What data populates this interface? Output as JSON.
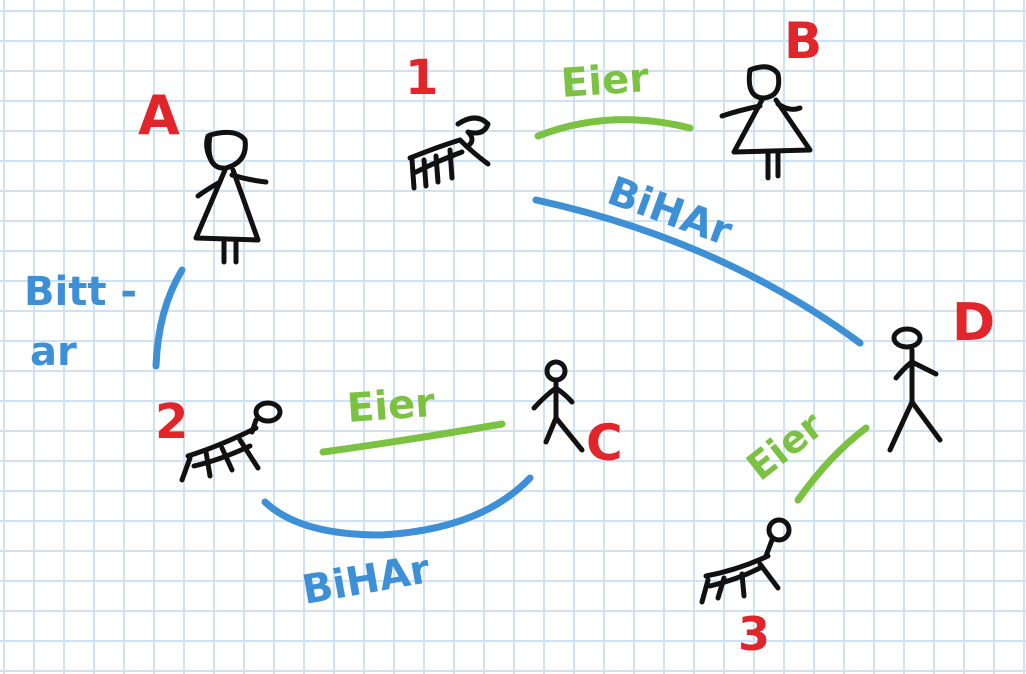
{
  "colors": {
    "ink": "#111111",
    "node_label": "#e0262b",
    "eier": "#7cc242",
    "bithar": "#3d8fd6",
    "grid": "#cfe2f3"
  },
  "people": [
    {
      "id": "A",
      "label": "A",
      "icon": "woman-figure"
    },
    {
      "id": "B",
      "label": "B",
      "icon": "woman-figure"
    },
    {
      "id": "C",
      "label": "C",
      "icon": "man-figure"
    },
    {
      "id": "D",
      "label": "D",
      "icon": "man-figure"
    }
  ],
  "animals": [
    {
      "id": "1",
      "label": "1",
      "icon": "dog-figure"
    },
    {
      "id": "2",
      "label": "2",
      "icon": "dog-figure"
    },
    {
      "id": "3",
      "label": "3",
      "icon": "dog-figure"
    }
  ],
  "edges": [
    {
      "from": "1",
      "to": "B",
      "label": "Eier",
      "color": "eier"
    },
    {
      "from": "1",
      "to": "D",
      "label": "BiHAr",
      "color": "bithar"
    },
    {
      "from": "A",
      "to": "2",
      "label": "Bitt - ar",
      "label_lines": [
        "Bitt -",
        "ar"
      ],
      "color": "bithar"
    },
    {
      "from": "2",
      "to": "C",
      "label": "Eier",
      "color": "eier"
    },
    {
      "from": "2",
      "to": "C",
      "label": "BiHAr",
      "color": "bithar"
    },
    {
      "from": "3",
      "to": "D",
      "label": "Eier",
      "color": "eier"
    }
  ]
}
